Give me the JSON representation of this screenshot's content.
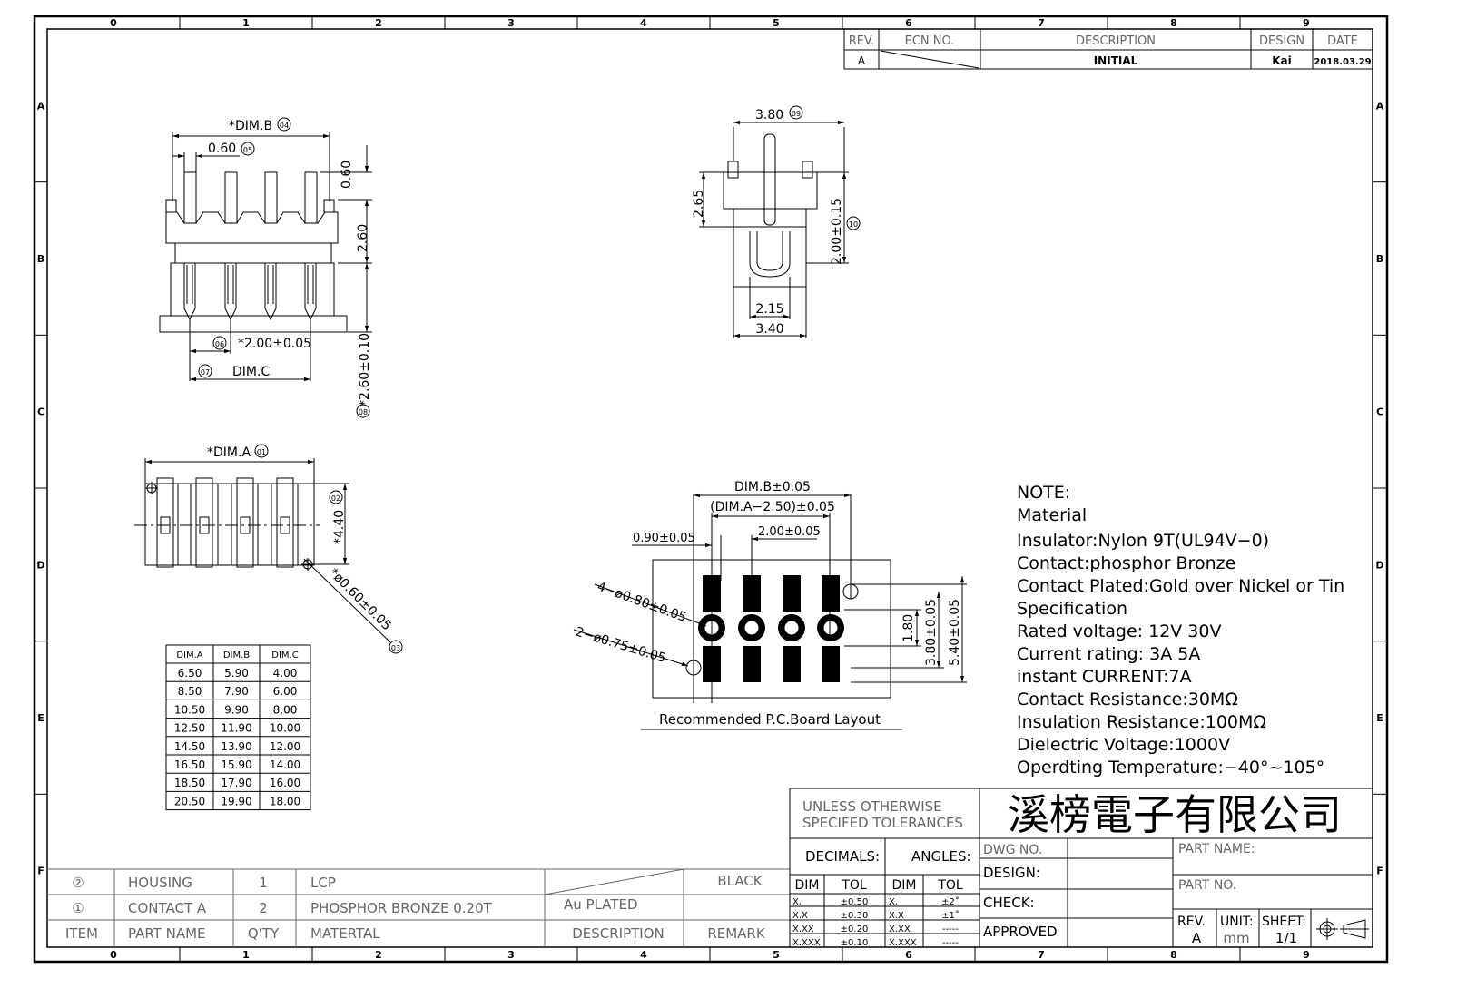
{
  "grid": {
    "cols": [
      "0",
      "1",
      "2",
      "3",
      "4",
      "5",
      "6",
      "7",
      "8",
      "9"
    ],
    "rows": [
      "A",
      "B",
      "C",
      "D",
      "E",
      "F"
    ]
  },
  "revision": {
    "headers": {
      "rev": "REV.",
      "ecn": "ECN NO.",
      "description": "DESCRIPTION",
      "design": "DESIGN",
      "date": "DATE"
    },
    "row": {
      "rev": "A",
      "description": "INITIAL",
      "design": "Kai",
      "date": "2018.03.29"
    }
  },
  "side_view": {
    "dim_b": "*DIM.B",
    "dim_b_ref": "04",
    "pitch": "0.60",
    "pitch_ref": "05",
    "top_pin": "0.60",
    "body_h": "2.60",
    "pin_pitch": "*2.00±0.05",
    "pin_pitch_ref": "06",
    "dim_c": "DIM.C",
    "dim_c_ref": "07",
    "tail": "*2.60±0.10",
    "tail_ref": "08"
  },
  "end_view": {
    "width": "3.80",
    "width_ref": "09",
    "height": "2.65",
    "pin_len": "2.00±0.15",
    "pin_len_ref": "10",
    "inner": "2.15",
    "outer": "3.40"
  },
  "top_view": {
    "dim_a": "*DIM.A",
    "dim_a_ref": "01",
    "depth": "*4.40",
    "depth_ref": "02",
    "hole": "*ø0.60±0.05",
    "hole_ref": "03"
  },
  "pcb": {
    "dim_b": "DIM.B±0.05",
    "dim_a": "(DIM.A−2.50)±0.05",
    "pitch": "2.00±0.05",
    "offset": "0.90±0.05",
    "holes4": "4−ø0.80±0.05",
    "holes2": "2−ø0.75±0.05",
    "row_gap": "1.80",
    "row_span": "3.80±0.05",
    "outer": "5.40±0.05",
    "caption": "Recommended P.C.Board Layout"
  },
  "dim_table": {
    "headers": [
      "DIM.A",
      "DIM.B",
      "DIM.C"
    ],
    "rows": [
      [
        "6.50",
        "5.90",
        "4.00"
      ],
      [
        "8.50",
        "7.90",
        "6.00"
      ],
      [
        "10.50",
        "9.90",
        "8.00"
      ],
      [
        "12.50",
        "11.90",
        "10.00"
      ],
      [
        "14.50",
        "13.90",
        "12.00"
      ],
      [
        "16.50",
        "15.90",
        "14.00"
      ],
      [
        "18.50",
        "17.90",
        "16.00"
      ],
      [
        "20.50",
        "19.90",
        "18.00"
      ]
    ]
  },
  "notes": [
    "NOTE:",
    "Material",
    "Insulator:Nylon 9T(UL94V−0)",
    "Contact:phosphor Bronze",
    "Contact Plated:Gold over Nickel or Tin",
    "Specification",
    "Rated voltage: 12V 30V",
    "Current rating: 3A 5A",
    "instant CURRENT:7A",
    "Contact Resistance:30MΩ",
    "Insulation Resistance:100MΩ",
    "Dielectric Voltage:1000V",
    "Operdting Temperature:−40°~105°"
  ],
  "bom": {
    "rows": [
      {
        "item": "②",
        "part": "HOUSING",
        "qty": "1",
        "material": "LCP",
        "desc": "",
        "remark": "BLACK"
      },
      {
        "item": "①",
        "part": "CONTACT A",
        "qty": "2",
        "material": "PHOSPHOR BRONZE 0.20T",
        "desc": "Au PLATED",
        "remark": ""
      }
    ],
    "header": {
      "item": "ITEM",
      "part": "PART NAME",
      "qty": "Q'TY",
      "material": "MATERTAL",
      "desc": "DESCRIPTION",
      "remark": "REMARK"
    }
  },
  "title_block": {
    "tol_title1": "UNLESS OTHERWISE",
    "tol_title2": "SPECIFED TOLERANCES",
    "company": "溪榜電子有限公司",
    "decimals": "DECIMALS:",
    "angles": "ANGLES:",
    "dim": "DIM",
    "tol": "TOL",
    "dec_rows": [
      [
        "X.",
        "±0.50"
      ],
      [
        "X.X",
        "±0.30"
      ],
      [
        "X.XX",
        "±0.20"
      ],
      [
        "X.XXX",
        "±0.10"
      ]
    ],
    "ang_rows": [
      [
        "X.",
        "±2˚"
      ],
      [
        "X.X",
        "±1˚"
      ],
      [
        "X.XX",
        "-----"
      ],
      [
        "X.XXX",
        "-----"
      ]
    ],
    "dwg_no": "DWG NO.",
    "design": "DESIGN:",
    "check": "CHECK:",
    "approved": "APPROVED",
    "part_name": "PART NAME:",
    "part_no": "PART NO.",
    "rev_label": "REV.",
    "rev_value": "A",
    "unit_label": "UNIT:",
    "unit_value": "mm",
    "sheet_label": "SHEET:",
    "sheet_value": "1/1"
  }
}
